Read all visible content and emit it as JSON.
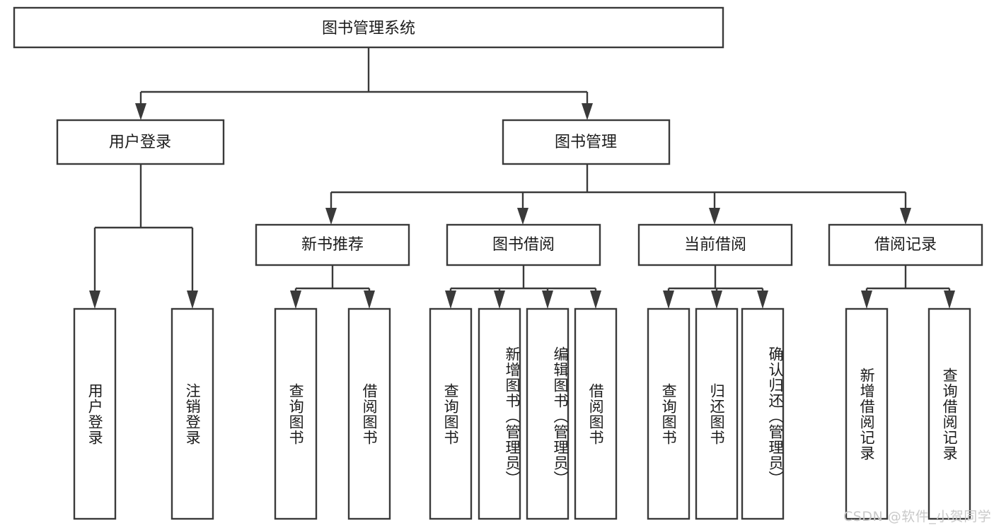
{
  "diagram": {
    "type": "tree",
    "title": "图书管理系统",
    "root": {
      "id": "root",
      "label": "图书管理系统",
      "orientation": "horizontal"
    },
    "level2": [
      {
        "id": "user-login",
        "label": "用户登录",
        "orientation": "horizontal"
      },
      {
        "id": "book-manage",
        "label": "图书管理",
        "orientation": "horizontal"
      }
    ],
    "level3": [
      {
        "id": "new-book-rec",
        "label": "新书推荐",
        "orientation": "horizontal"
      },
      {
        "id": "book-borrow",
        "label": "图书借阅",
        "orientation": "horizontal"
      },
      {
        "id": "current-borrow",
        "label": "当前借阅",
        "orientation": "horizontal"
      },
      {
        "id": "borrow-record",
        "label": "借阅记录",
        "orientation": "horizontal"
      }
    ],
    "leaves": [
      {
        "id": "leaf-user-login",
        "label": "用户登录",
        "parent": "user-login",
        "orientation": "vertical"
      },
      {
        "id": "leaf-logout",
        "label": "注销登录",
        "parent": "user-login",
        "orientation": "vertical"
      },
      {
        "id": "leaf-query-book-1",
        "label": "查询图书",
        "parent": "new-book-rec",
        "orientation": "vertical"
      },
      {
        "id": "leaf-borrow-book-1",
        "label": "借阅图书",
        "parent": "new-book-rec",
        "orientation": "vertical"
      },
      {
        "id": "leaf-query-book-2",
        "label": "查询图书",
        "parent": "book-borrow",
        "orientation": "vertical"
      },
      {
        "id": "leaf-add-book",
        "label": "新增图书（管理员）",
        "parent": "book-borrow",
        "orientation": "vertical"
      },
      {
        "id": "leaf-edit-book",
        "label": "编辑图书（管理员）",
        "parent": "book-borrow",
        "orientation": "vertical"
      },
      {
        "id": "leaf-borrow-book-2",
        "label": "借阅图书",
        "parent": "book-borrow",
        "orientation": "vertical"
      },
      {
        "id": "leaf-query-book-3",
        "label": "查询图书",
        "parent": "current-borrow",
        "orientation": "vertical"
      },
      {
        "id": "leaf-return-book",
        "label": "归还图书",
        "parent": "current-borrow",
        "orientation": "vertical"
      },
      {
        "id": "leaf-confirm-return",
        "label": "确认归还（管理员）",
        "parent": "current-borrow",
        "orientation": "vertical"
      },
      {
        "id": "leaf-add-record",
        "label": "新增借阅记录",
        "parent": "borrow-record",
        "orientation": "vertical"
      },
      {
        "id": "leaf-query-record",
        "label": "查询借阅记录",
        "parent": "borrow-record",
        "orientation": "vertical"
      }
    ],
    "colors": {
      "stroke": "#3a3a3a",
      "fill": "#ffffff",
      "text": "#1c1c1c",
      "watermark": "#c9c9c9",
      "background": "#ffffff"
    }
  },
  "watermark": {
    "text": "CSDN @软件_小贺同学"
  }
}
